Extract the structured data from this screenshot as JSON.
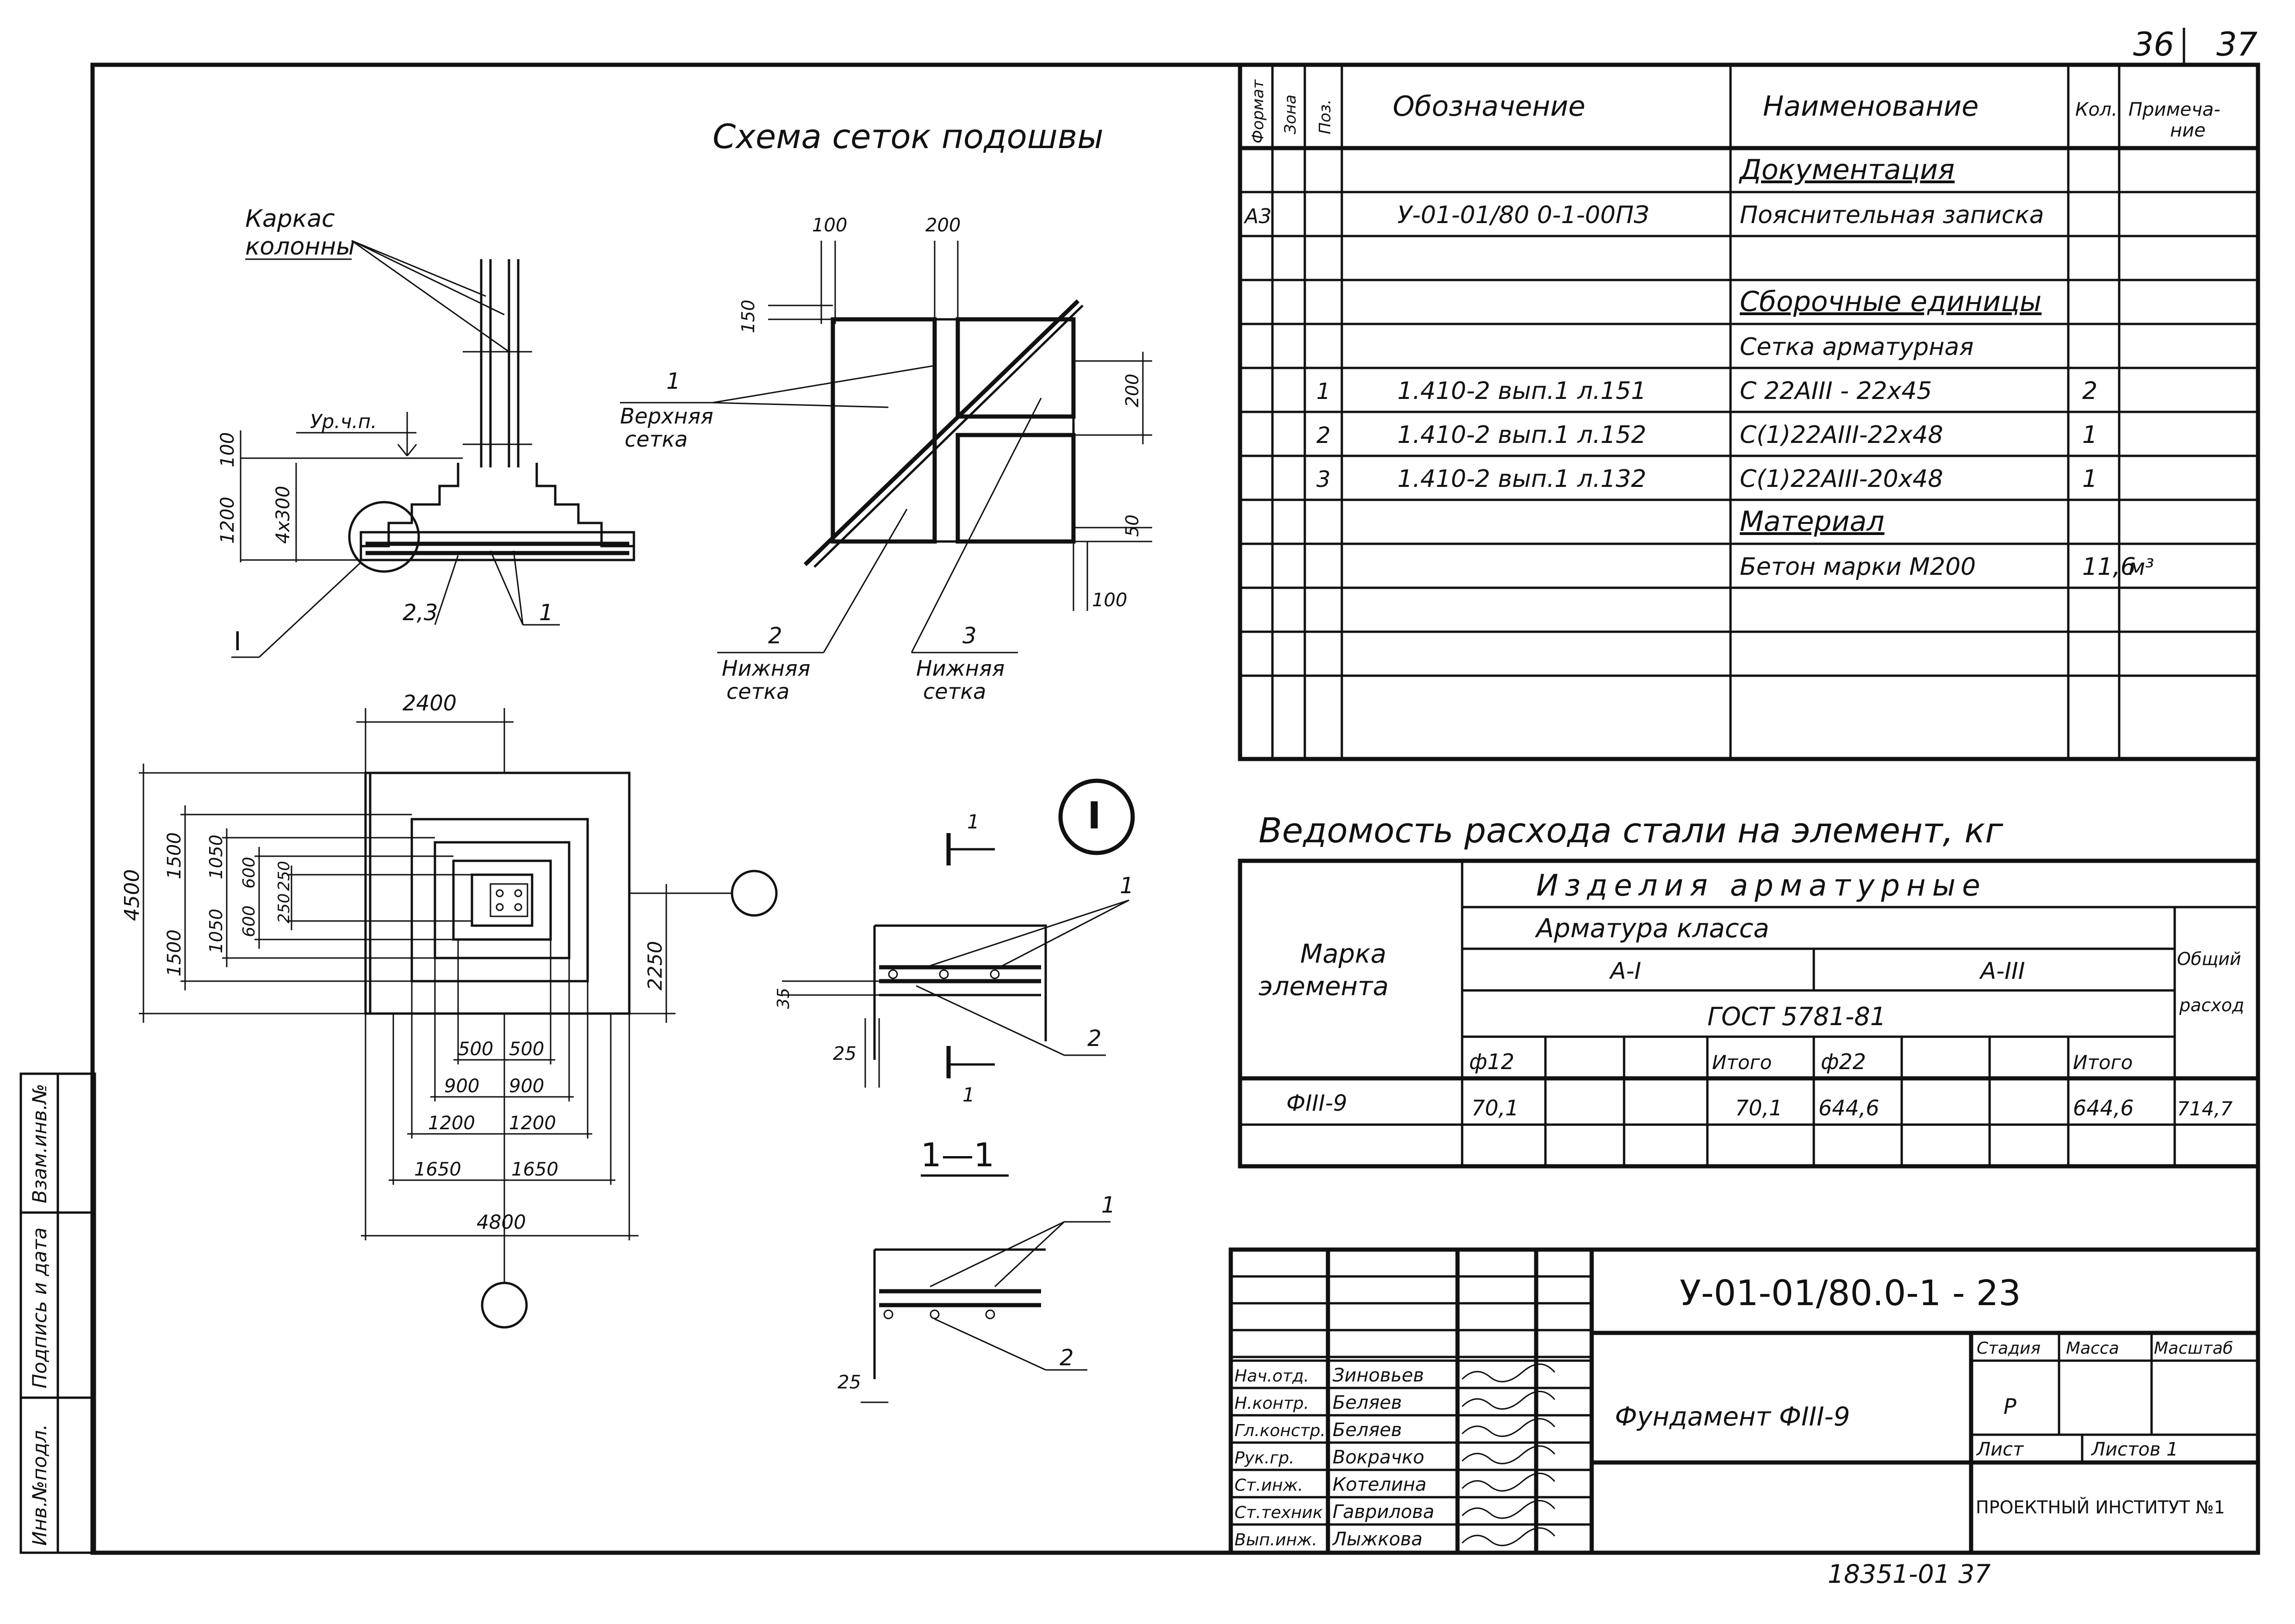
{
  "page_numbers": {
    "left": "36",
    "right": "37"
  },
  "stamp_bottom": "18351-01 37",
  "side_strip": {
    "inv_podl": "Инв.№подл.",
    "podpis_data": "Подпись и дата",
    "vzam_inv": "Взам.инв.№"
  },
  "scheme": {
    "title": "Схема сеток подошвы",
    "karkas_line1": "Каркас",
    "karkas_line2": "колонны",
    "level_label": "Ур.ч.п.",
    "dim_100": "100",
    "dim_1200": "1200",
    "dim_4x300": "4x300",
    "call_23": "2,3",
    "call_1": "1",
    "call_I": "I",
    "mesh_top_num": "1",
    "mesh_top_line1": "Верхняя",
    "mesh_top_line2": "сетка",
    "mesh_2_num": "2",
    "mesh_2_line1": "Нижняя",
    "mesh_2_line2": "сетка",
    "mesh_3_num": "3",
    "mesh_3_line1": "Нижняя",
    "mesh_3_line2": "сетка",
    "d100a": "100",
    "d200a": "200",
    "d150": "150",
    "d200b": "200",
    "d50": "50",
    "d100b": "100"
  },
  "plan": {
    "d2400": "2400",
    "d4500": "4500",
    "d1500a": "1500",
    "d1500b": "1500",
    "d1050a": "1050",
    "d1050b": "1050",
    "d600a": "600",
    "d600b": "600",
    "d250a": "250",
    "d250b": "250",
    "d2250": "2250",
    "d500a": "500",
    "d500b": "500",
    "d900a": "900",
    "d900b": "900",
    "d1200a": "1200",
    "d1200b": "1200",
    "d1650a": "1650",
    "d1650b": "1650",
    "d4800": "4800"
  },
  "detail": {
    "node_label": "I",
    "cut_num_top": "1",
    "cut_num_bottom": "1",
    "call_1": "1",
    "call_2": "2",
    "d35": "35",
    "d25": "25",
    "section_label": "1—1",
    "sec_call_1": "1",
    "sec_call_2": "2",
    "sec_d25": "25"
  },
  "spec": {
    "headers": {
      "format": "Формат",
      "zona": "Зона",
      "poz": "Поз.",
      "oboznach": "Обозначение",
      "naimen": "Наименование",
      "kol": "Кол.",
      "prim_line1": "Примеча-",
      "prim_line2": "ние"
    },
    "rows": [
      {
        "format": "",
        "poz": "",
        "oboz": "",
        "naim": "Документация",
        "kol": "",
        "prim": "",
        "underline": true
      },
      {
        "format": "А3",
        "poz": "",
        "oboz": "У-01-01/80 0-1-00ПЗ",
        "naim": "Пояснительная записка",
        "kol": "",
        "prim": "",
        "underline": false
      },
      {
        "format": "",
        "poz": "",
        "oboz": "",
        "naim": "",
        "kol": "",
        "prim": "",
        "underline": false
      },
      {
        "format": "",
        "poz": "",
        "oboz": "",
        "naim": "Сборочные единицы",
        "kol": "",
        "prim": "",
        "underline": true
      },
      {
        "format": "",
        "poz": "",
        "oboz": "",
        "naim": "Сетка арматурная",
        "kol": "",
        "prim": "",
        "underline": false
      },
      {
        "format": "",
        "poz": "1",
        "oboz": "1.410-2 вып.1  л.151",
        "naim": "С 22АIII - 22x45",
        "kol": "2",
        "prim": "",
        "underline": false
      },
      {
        "format": "",
        "poz": "2",
        "oboz": "1.410-2 вып.1  л.152",
        "naim": "С(1)22АIII-22x48",
        "kol": "1",
        "prim": "",
        "underline": false
      },
      {
        "format": "",
        "poz": "3",
        "oboz": "1.410-2 вып.1  л.132",
        "naim": "С(1)22АIII-20x48",
        "kol": "1",
        "prim": "",
        "underline": false
      },
      {
        "format": "",
        "poz": "",
        "oboz": "",
        "naim": "Материал",
        "kol": "",
        "prim": "",
        "underline": true
      },
      {
        "format": "",
        "poz": "",
        "oboz": "",
        "naim": "Бетон марки М200",
        "kol": "11,6",
        "prim": "м³",
        "underline": false
      },
      {
        "format": "",
        "poz": "",
        "oboz": "",
        "naim": "",
        "kol": "",
        "prim": "",
        "underline": false
      },
      {
        "format": "",
        "poz": "",
        "oboz": "",
        "naim": "",
        "kol": "",
        "prim": "",
        "underline": false
      }
    ]
  },
  "steel": {
    "title": "Ведомость расхода стали на элемент, кг",
    "h_izdelia": "Изделия арматурные",
    "h_armatura": "Арматура классa",
    "h_marka1": "Марка",
    "h_marka2": "элемента",
    "h_AI": "А-I",
    "h_AIII": "А-III",
    "h_gost": "ГОСТ 5781-81",
    "h_total1": "Общий",
    "h_total2": "расход",
    "h_f12": "ф12",
    "h_itogo1": "Итого",
    "h_f22": "ф22",
    "h_itogo2": "Итого",
    "row": {
      "marka": "ФIII-9",
      "f12": "70,1",
      "itogo1": "70,1",
      "f22": "644,6",
      "itogo2": "644,6",
      "total": "714,7"
    }
  },
  "title_block": {
    "code": "У-01-01/80.0-1 - 23",
    "name": "Фундамент ФIII-9",
    "stadia_h": "Стадия",
    "massa_h": "Масса",
    "masshtab_h": "Масштаб",
    "stadia_v": "Р",
    "list_h": "Лист",
    "listov_h": "Листов 1",
    "org": "ПРОЕКТНЫЙ ИНСТИТУТ №1",
    "people": [
      {
        "role": "Нач.отд.",
        "name": "Зиновьев"
      },
      {
        "role": "Н.контр.",
        "name": "Беляев"
      },
      {
        "role": "Гл.констр.",
        "name": "Беляев"
      },
      {
        "role": "Рук.гр.",
        "name": "Вокрачко"
      },
      {
        "role": "Ст.инж.",
        "name": "Котелина"
      },
      {
        "role": "Ст.техник",
        "name": "Гаврилова"
      },
      {
        "role": "Вып.инж.",
        "name": "Лыжкова"
      }
    ]
  }
}
